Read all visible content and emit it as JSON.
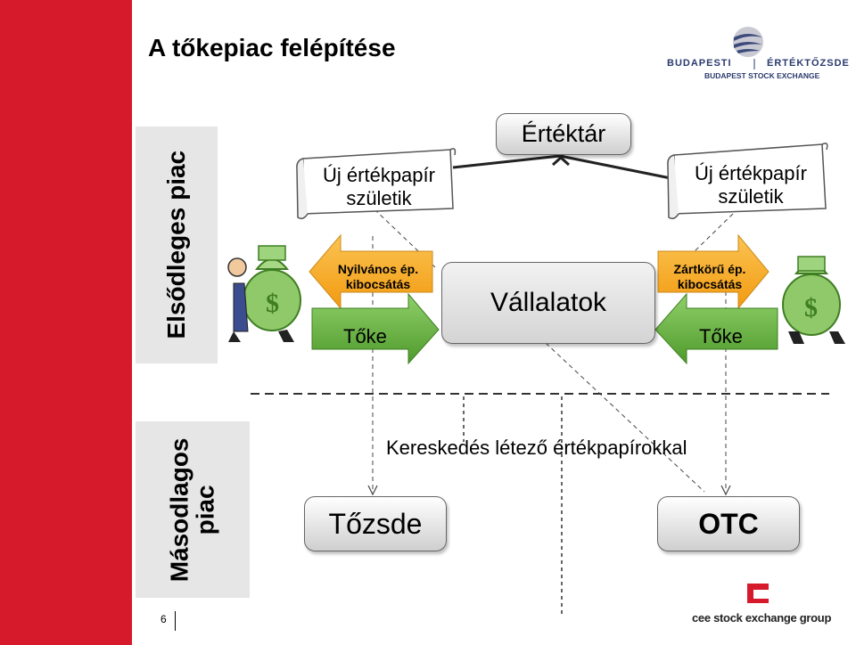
{
  "title": "A tőkepiac felépítése",
  "sections": {
    "primary": "Elsődleges piac",
    "secondary_line1": "Másodlagos",
    "secondary_line2": "piac"
  },
  "nodes": {
    "exchange_top": "Értéktár",
    "companies": "Vállalatok",
    "stock_exchange": "Tőzsde",
    "otc": "OTC"
  },
  "scrolls": {
    "left_line1": "Új értékpapír",
    "left_line2": "születik",
    "right_line1": "Új értékpapír",
    "right_line2": "születik"
  },
  "arrows": {
    "public_line1": "Nyilvános ép.",
    "public_line2": "kibocsátás",
    "private_line1": "Zártkörű ép.",
    "private_line2": "kibocsátás",
    "capital_left": "Tőke",
    "capital_right": "Tőke"
  },
  "trading_text": "Kereskedés létező értékpapírokkal",
  "page_number": "6",
  "logos": {
    "bse_part1": "BUDAPESTI",
    "bse_part2": "ÉRTÉKTŐZSDE",
    "bse_sub": "BUDAPEST STOCK EXCHANGE",
    "cee": "cee stock exchange group"
  },
  "colors": {
    "red_bar": "#d7192c",
    "arrow_orange": "#f5a21b",
    "arrow_green": "#6ab23e",
    "money_bag_green": "#8fc96a"
  }
}
